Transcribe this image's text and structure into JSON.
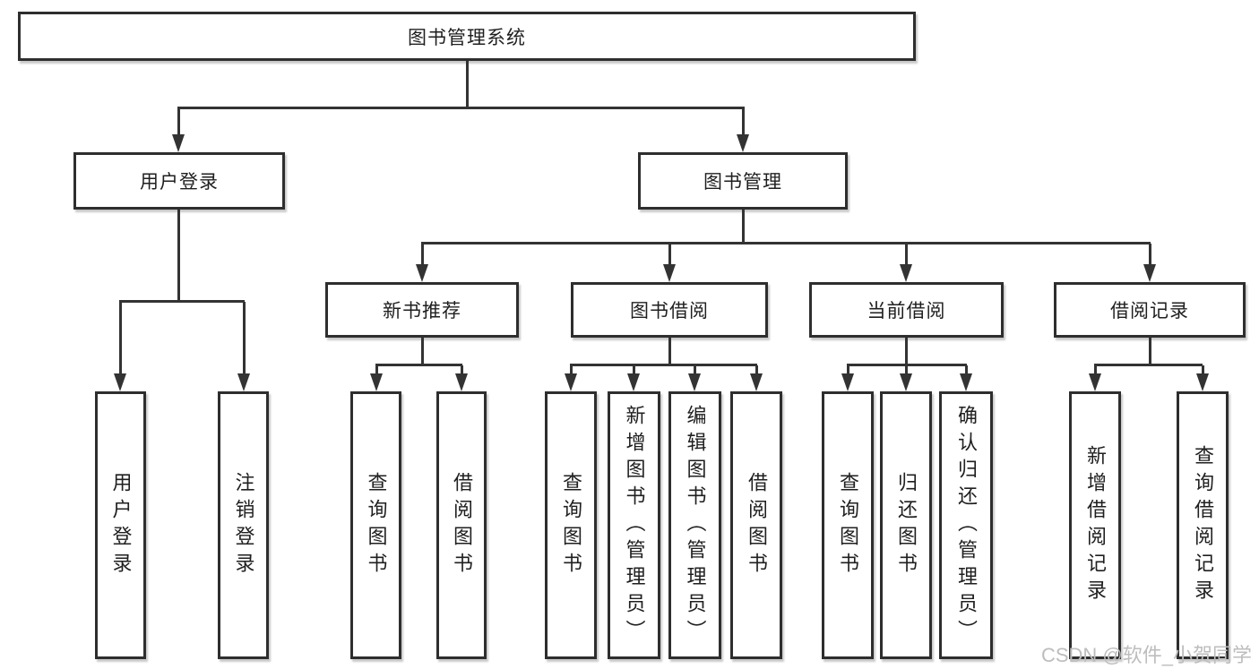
{
  "tree": {
    "label": "图书管理系统",
    "children": [
      {
        "label": "用户登录",
        "children": [
          {
            "label": "用户登录"
          },
          {
            "label": "注销登录"
          }
        ]
      },
      {
        "label": "图书管理",
        "children": [
          {
            "label": "新书推荐",
            "children": [
              {
                "label": "查询图书"
              },
              {
                "label": "借阅图书"
              }
            ]
          },
          {
            "label": "图书借阅",
            "children": [
              {
                "label": "查询图书"
              },
              {
                "label": "新增图书（管理员）"
              },
              {
                "label": "编辑图书（管理员）"
              },
              {
                "label": "借阅图书"
              }
            ]
          },
          {
            "label": "当前借阅",
            "children": [
              {
                "label": "查询图书"
              },
              {
                "label": "归还图书"
              },
              {
                "label": "确认归还（管理员）"
              }
            ]
          },
          {
            "label": "借阅记录",
            "children": [
              {
                "label": "新增借阅记录"
              },
              {
                "label": "查询借阅记录"
              }
            ]
          }
        ]
      }
    ]
  },
  "watermark": {
    "text": "CSDN @软件_小贺同学"
  },
  "colors": {
    "line": "#333333",
    "box_border": "#2e2e2e",
    "box_fill": "#ffffff",
    "text": "#1f1f1f",
    "watermark": "#bdbdbd",
    "background": "#ffffff"
  }
}
